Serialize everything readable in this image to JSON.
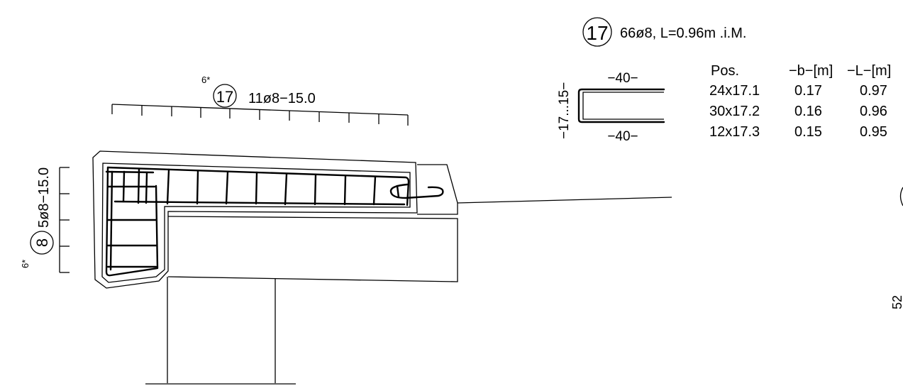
{
  "title_callout": {
    "pos_number": "17",
    "text": "66ø8, L=0.96m .i.M."
  },
  "shape_sketch": {
    "top_dim": "−40−",
    "bottom_dim": "−40−",
    "side_dim": "−17...15−"
  },
  "table": {
    "headers": [
      "Pos.",
      "−b−[m]",
      "−L−[m]"
    ],
    "rows": [
      [
        "24x17.1",
        "0.17",
        "0.97"
      ],
      [
        "30x17.2",
        "0.16",
        "0.96"
      ],
      [
        "12x17.3",
        "0.15",
        "0.95"
      ]
    ]
  },
  "top_callout": {
    "count_marker": "6*",
    "pos_number": "17",
    "text": "11ø8−15.0"
  },
  "side_callout": {
    "count_marker": "6*",
    "pos_number": "8",
    "text": "5ø8−15.0"
  },
  "edge_fragment": {
    "text": "52"
  }
}
